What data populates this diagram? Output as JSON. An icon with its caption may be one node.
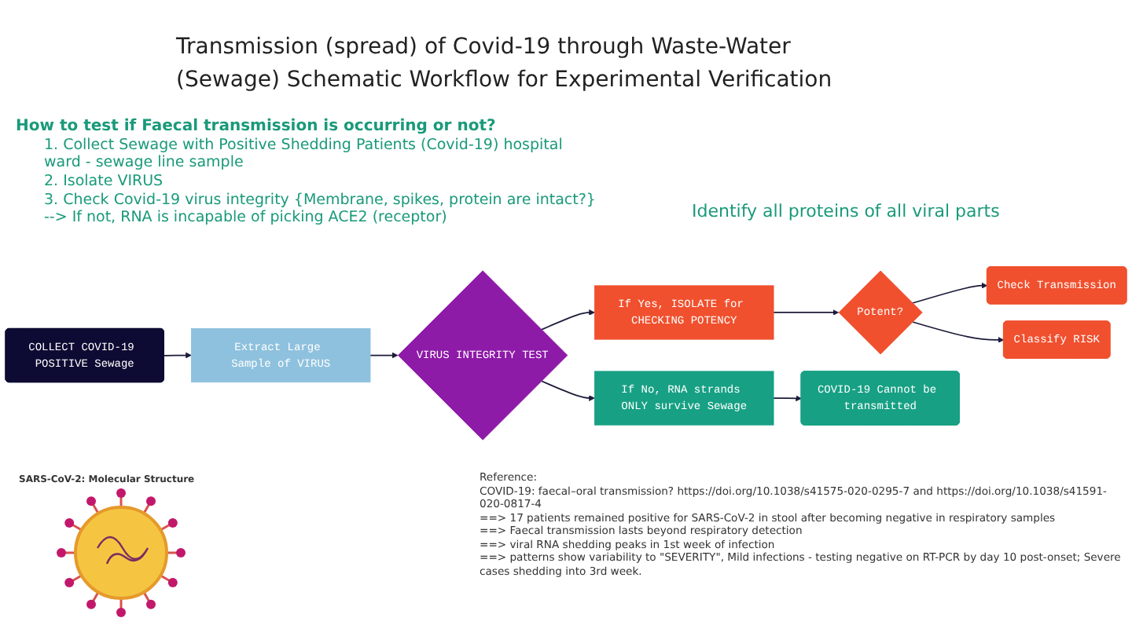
{
  "diagram": {
    "title": "Transmission (spread) of Covid-19 through Waste-Water (Sewage) Schematic Workflow for Experimental Verification",
    "nodes": [
      {
        "text": [
          "COLLECT COVID-19 POSITIVE Sewage"
        ]
      },
      {
        "text": [
          "Extract Large Sample of VIRUS"
        ]
      },
      {
        "text": [
          "VIRUS INTEGRITY TEST"
        ]
      },
      {
        "text": [
          "If Yes, ISOLATE for CHECKING POTENCY"
        ]
      },
      {
        "text": [
          "Potent?"
        ]
      },
      {
        "text": [
          "Check Transmission"
        ]
      },
      {
        "text": [
          "Classify RISK"
        ]
      },
      {
        "text": [
          "If No, RNA strands ONLY survive Sewage"
        ]
      },
      {
        "text": [
          "COVID-19 Cannot be transmitted"
        ]
      }
    ],
    "edges": [
      {
        "from": 0,
        "to": 1,
        "arrow": "to"
      },
      {
        "from": 1,
        "to": 2,
        "arrow": "to"
      },
      {
        "from": 2,
        "to": 3,
        "arrow": "to"
      },
      {
        "from": 3,
        "to": 4,
        "arrow": "to"
      },
      {
        "from": 4,
        "to": 5,
        "arrow": "to"
      },
      {
        "from": 4,
        "to": 6,
        "arrow": "to"
      },
      {
        "from": 2,
        "to": 7,
        "arrow": "to"
      },
      {
        "from": 7,
        "to": 8,
        "arrow": "to"
      }
    ],
    "labels": [
      "How to test if Faecal transmission is occurring or not?",
      "1. Collect Sewage with Positive Shedding Patients (Covid-19) hospital ward - sewage line sample",
      "2. Isolate VIRUS",
      "3. Check Covid-19 virus integrity {Membrane, spikes, protein are intact?} --> If not, RNA is incapable of picking ACE2 (receptor)",
      "Identify all proteins of all viral parts",
      "SARS-CoV-2: Molecular Structure",
      "Reference:",
      "COVID-19: faecal–oral transmission? https://doi.org/10.1038/s41575-020-0295-7 and https://doi.org/10.1038/s41591-020-0817-4",
      "==> 17 patients remained positive for SARS-CoV-2 in stool after becoming negative in respiratory samples",
      "==> Faecal transmission lasts beyond respiratory detection",
      "==> viral RNA shedding peaks in 1st week of infection",
      "==> patterns show variability to \"SEVERITY\",  Mild infections - testing negative on RT-PCR by day 10 post-onset; Severe cases shedding into 3rd week."
    ]
  }
}
